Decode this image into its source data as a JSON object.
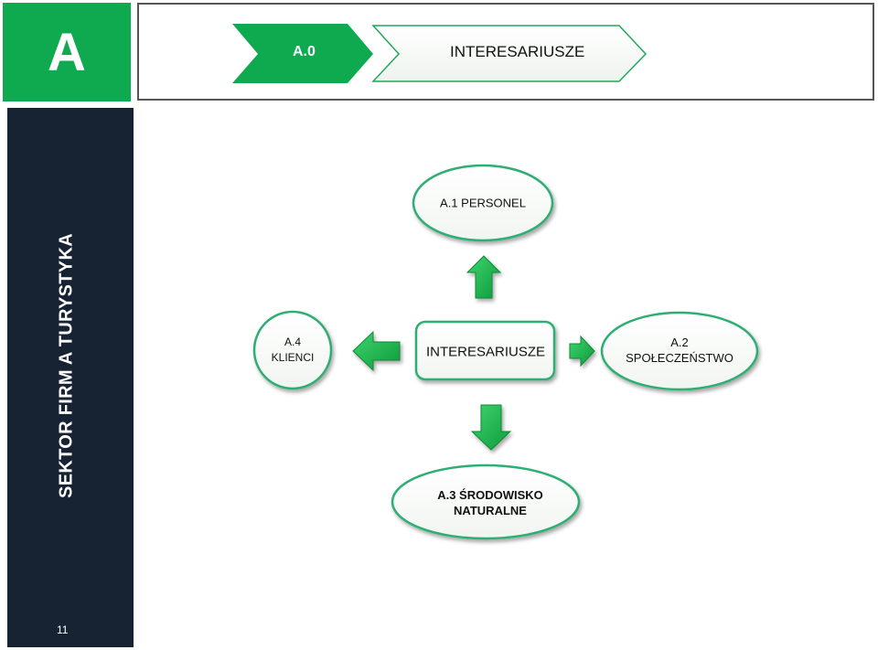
{
  "header": {
    "section_letter": "A",
    "section_code": "A.0",
    "section_title": "INTERESARIUSZE"
  },
  "sidebar": {
    "title": "SEKTOR FIRM A TURYSTYKA",
    "page_number": "11"
  },
  "diagram": {
    "center": "INTERESARIUSZE",
    "nodes": {
      "top": "A.1 PERSONEL",
      "right_line1": "A.2",
      "right_line2": "SPOŁECZEŃSTWO",
      "bottom_line1": "A.3 ŚRODOWISKO",
      "bottom_line2": "NATURALNE",
      "left_line1": "A.4",
      "left_line2": "KLIENCI"
    }
  },
  "colors": {
    "brand_green": "#0fa94f",
    "arrow_green": "#18b54a",
    "sidebar_bg": "#172333",
    "node_border": "#2fae73"
  }
}
